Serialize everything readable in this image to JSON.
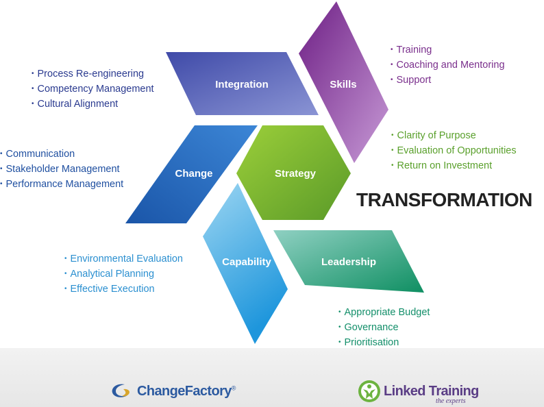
{
  "diagram": {
    "center_title": "TRANSFORMATION",
    "shapes": [
      {
        "label": "Integration",
        "color": "#5463b8",
        "bullets": [
          "Process Re-engineering",
          "Competency Management",
          "Cultural Alignment"
        ],
        "bullet_color": "#2a3a8f"
      },
      {
        "label": "Skills",
        "color": "#8a3c9a",
        "bullets": [
          "Training",
          "Coaching and Mentoring",
          "Support"
        ],
        "bullet_color": "#7a2f8c"
      },
      {
        "label": "Strategy",
        "color": "#7ab82e",
        "bullets": [
          "Clarity of Purpose",
          "Evaluation of Opportunities",
          "Return on Investment"
        ],
        "bullet_color": "#5aa02c"
      },
      {
        "label": "Change",
        "color": "#2e6fc0",
        "bullets": [
          "Communication",
          "Stakeholder Management",
          "Performance Management"
        ],
        "bullet_color": "#1f4fa0"
      },
      {
        "label": "Capability",
        "color": "#3fa9e0",
        "bullets": [
          "Environmental Evaluation",
          "Analytical Planning",
          "Effective Execution"
        ],
        "bullet_color": "#2a8fd0"
      },
      {
        "label": "Leadership",
        "color": "#1a9a78",
        "bullets": [
          "Appropriate Budget",
          "Governance",
          "Prioritisation"
        ],
        "bullet_color": "#138f6a"
      }
    ]
  },
  "footer": {
    "logo_left": {
      "name_part1": "Change",
      "name_part2": "Factory",
      "registered": "®",
      "color_part1": "#2c5aa0",
      "color_part2": "#2c5aa0",
      "swirl_colors": [
        "#2c5aa0",
        "#d8a52a"
      ]
    },
    "logo_right": {
      "name": "Linked Training",
      "tagline": "the experts",
      "color": "#5a3d85",
      "badge_color": "#6cb33f"
    }
  }
}
